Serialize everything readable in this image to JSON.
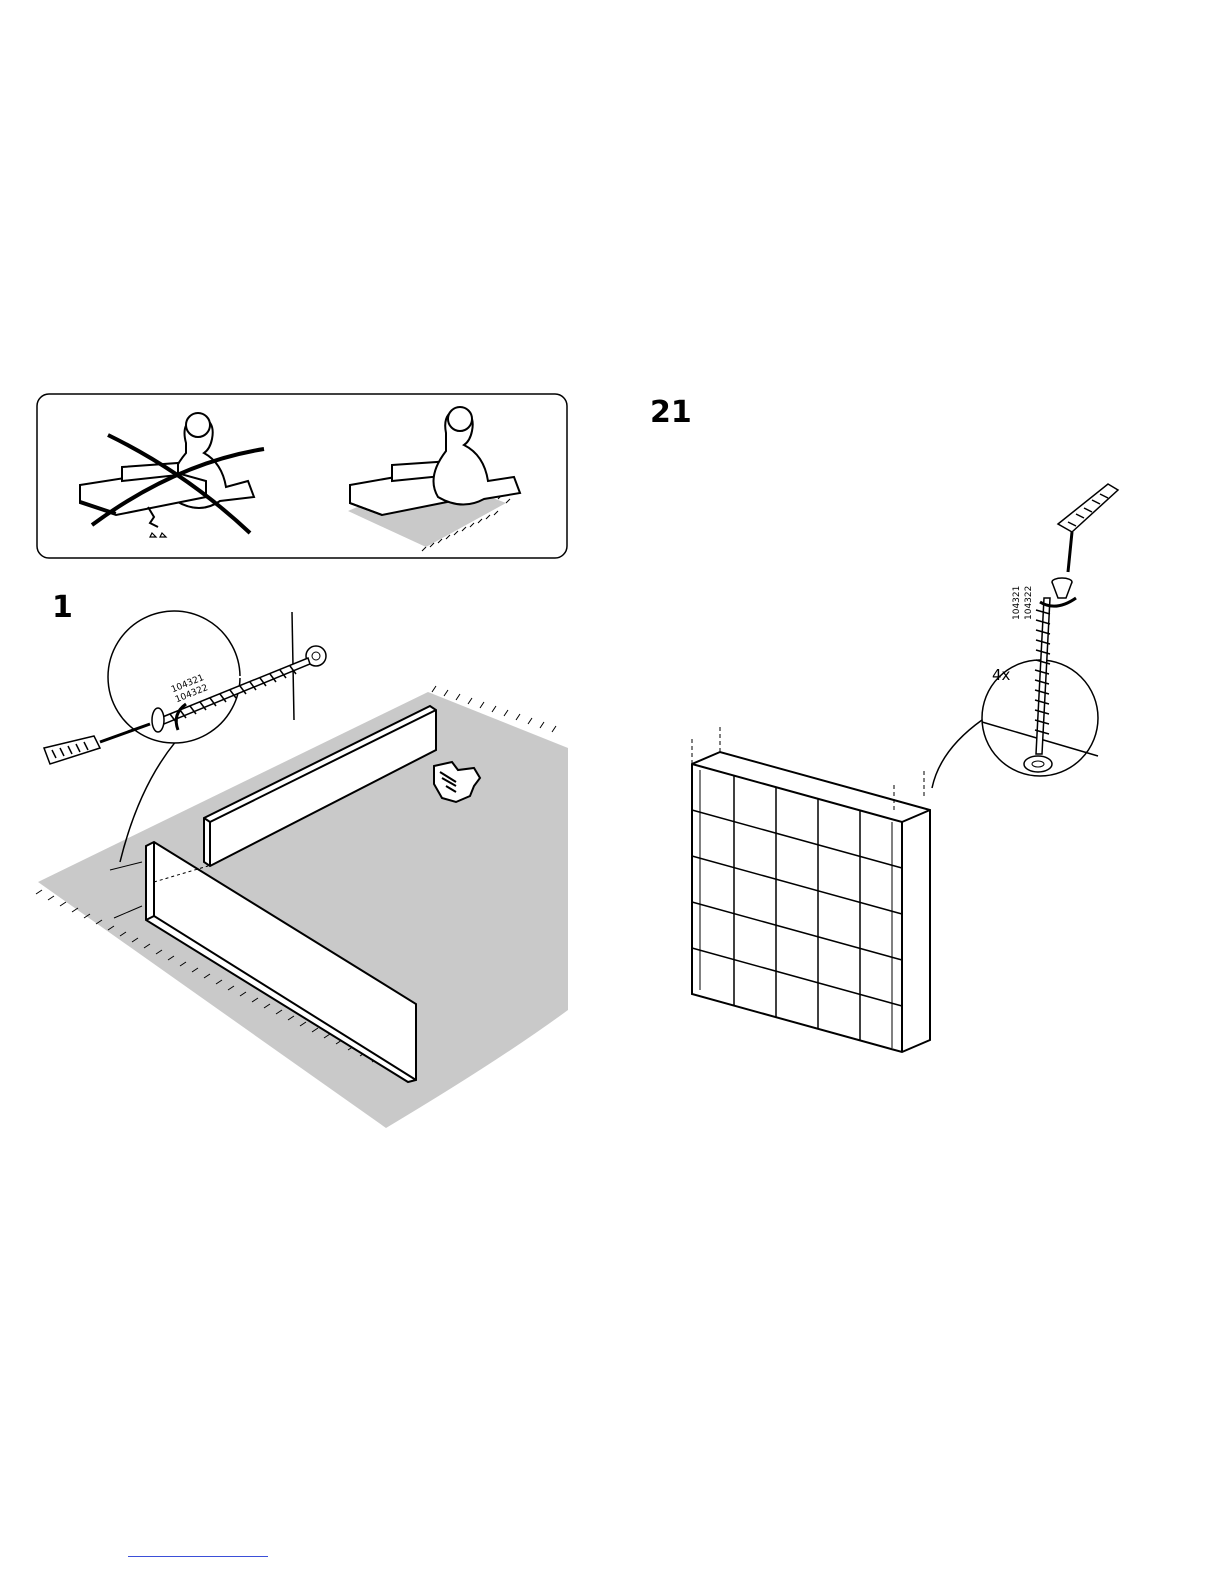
{
  "warning_panel": {
    "wrong_icon": "cross-out-icon"
  },
  "step_1": {
    "number": "1",
    "part_codes": [
      "104321",
      "104322"
    ]
  },
  "step_21": {
    "number": "21",
    "part_codes": [
      "104321",
      "104322"
    ],
    "quantity": "4x"
  },
  "colors": {
    "rug": "#c9c9c9",
    "line": "#000000",
    "footer_link": "#3b4fd8"
  }
}
